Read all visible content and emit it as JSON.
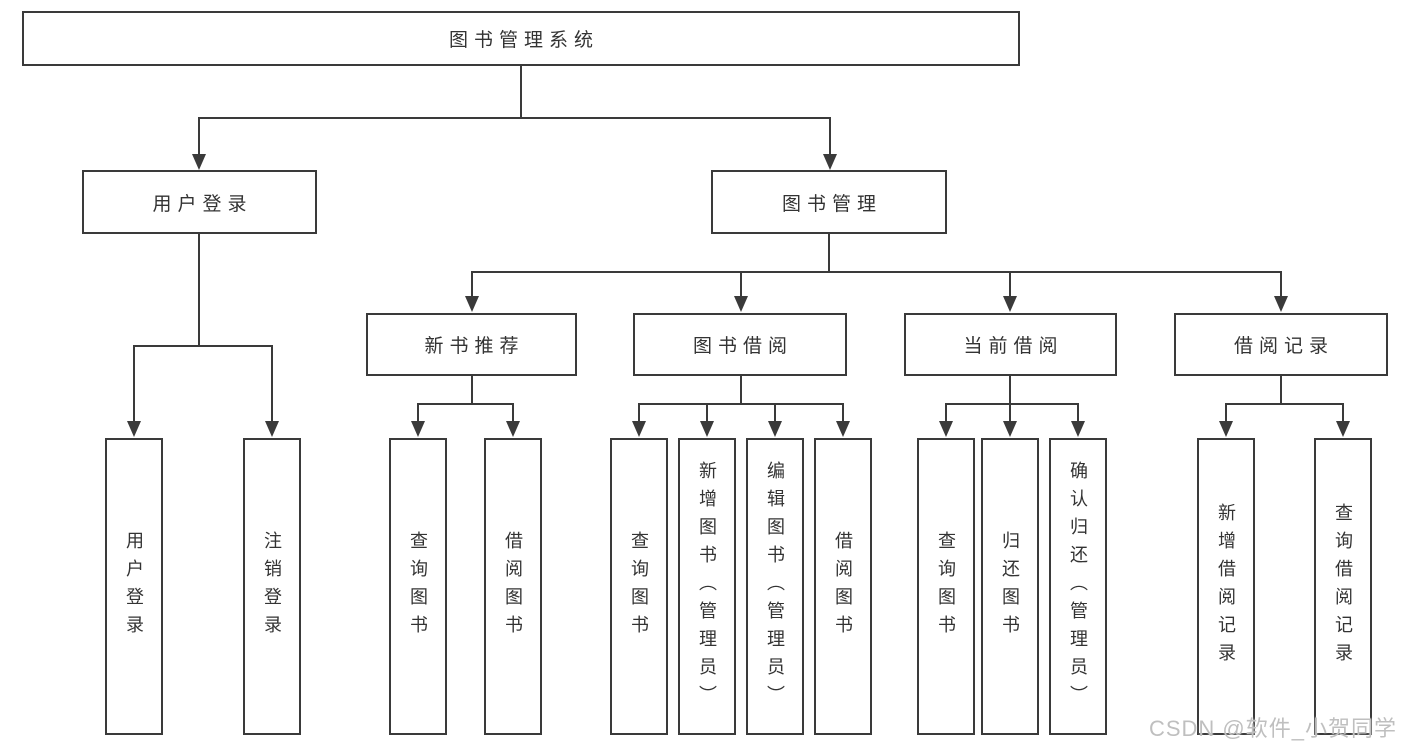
{
  "diagram": {
    "root": {
      "label": "图书管理系统"
    },
    "branches": [
      {
        "label": "用户登录",
        "children": [
          "用户登录",
          "注销登录"
        ]
      },
      {
        "label": "图书管理",
        "groups": [
          {
            "label": "新书推荐",
            "children": [
              "查询图书",
              "借阅图书"
            ]
          },
          {
            "label": "图书借阅",
            "children": [
              "查询图书",
              "新增图书（管理员）",
              "编辑图书（管理员）",
              "借阅图书"
            ]
          },
          {
            "label": "当前借阅",
            "children": [
              "查询图书",
              "归还图书",
              "确认归还（管理员）"
            ]
          },
          {
            "label": "借阅记录",
            "children": [
              "新增借阅记录",
              "查询借阅记录"
            ]
          }
        ]
      }
    ]
  },
  "watermark": "CSDN @软件_小贺同学",
  "colors": {
    "background": "#ffffff",
    "box_border": "#3a3a3a",
    "line": "#3a3a3a",
    "text": "#333333",
    "watermark": "#bfbfbf"
  }
}
